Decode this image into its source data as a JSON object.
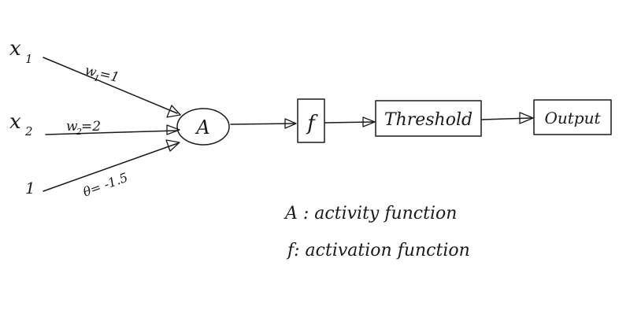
{
  "diagram": {
    "inputs": {
      "x1": "x",
      "x1_sub": "1",
      "x2": "x",
      "x2_sub": "2",
      "bias": "1"
    },
    "weights": {
      "w1": "w",
      "w1_sub": "1",
      "w1_value": " =1",
      "w2": "w",
      "w2_sub": "2",
      "w2_value": " =2",
      "theta": "θ= -1.5"
    },
    "nodes": {
      "activity": "A",
      "activation": "f",
      "threshold": "Threshold",
      "output": "Output"
    },
    "legend": {
      "line1": "A : activity function",
      "line2": "f: activation function"
    }
  }
}
